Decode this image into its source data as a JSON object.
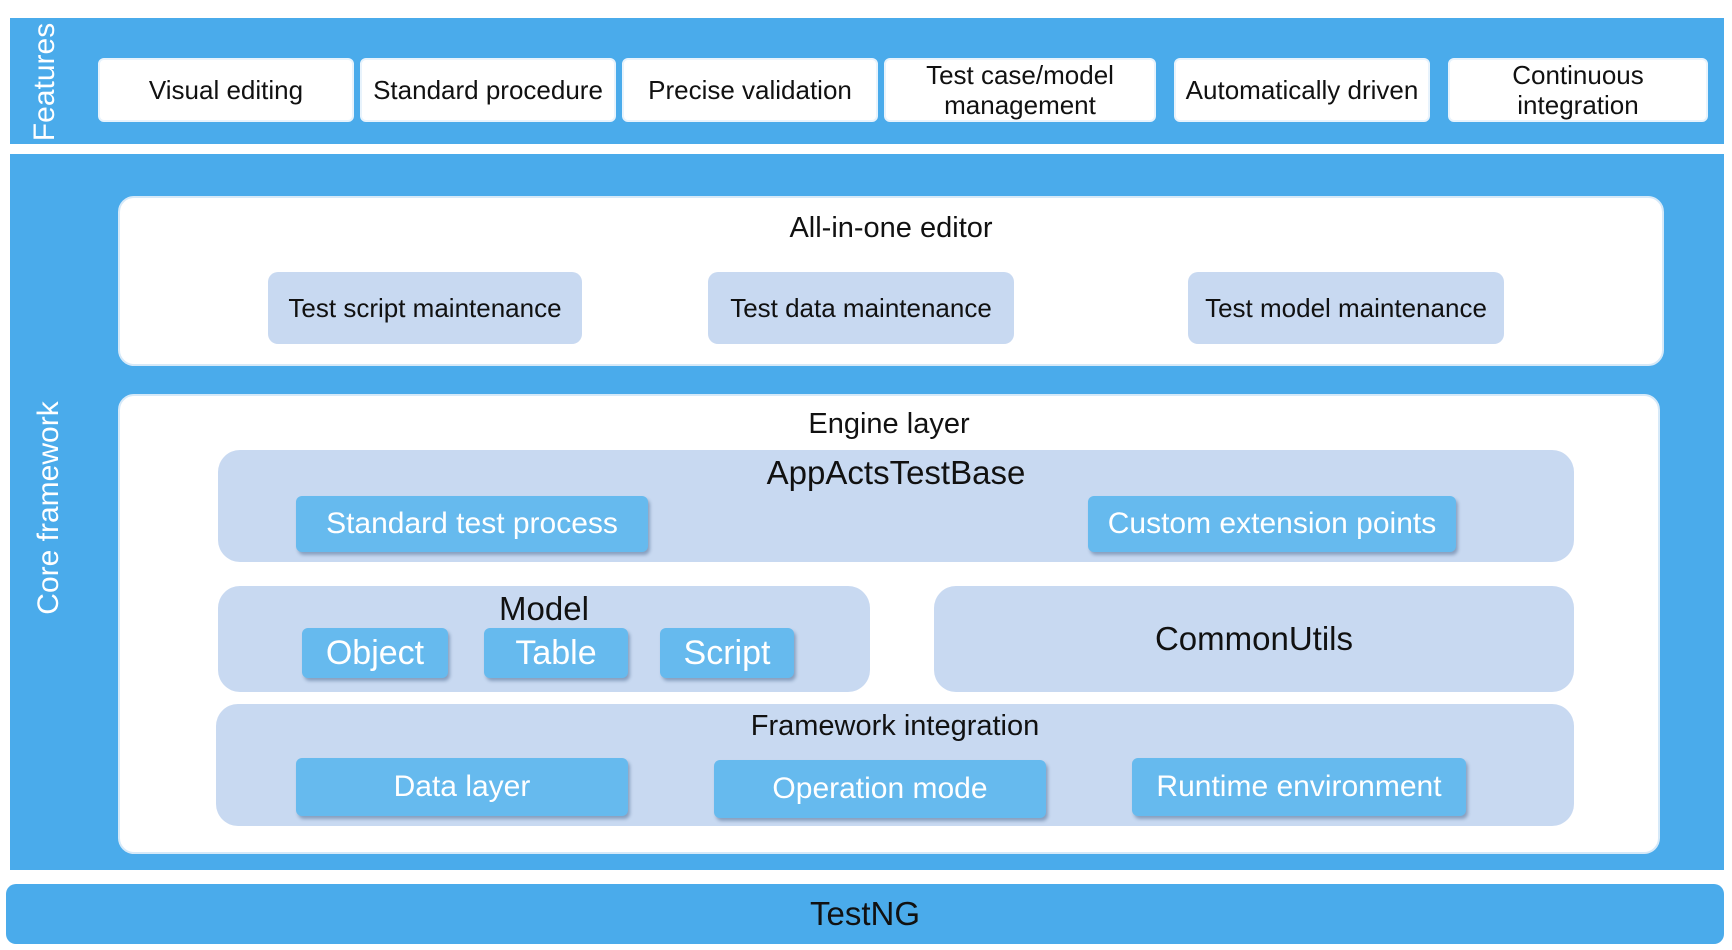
{
  "features": {
    "label": "Features",
    "items": [
      "Visual editing",
      "Standard procedure",
      "Precise validation",
      "Test case/model management",
      "Automatically driven",
      "Continuous integration"
    ]
  },
  "core": {
    "label": "Core framework",
    "editor": {
      "title": "All-in-one editor",
      "items": [
        "Test script maintenance",
        "Test data maintenance",
        "Test model maintenance"
      ]
    },
    "engine": {
      "title": "Engine layer",
      "base": {
        "title": "AppActsTestBase",
        "items": [
          "Standard test process",
          "Custom extension points"
        ]
      },
      "model": {
        "title": "Model",
        "items": [
          "Object",
          "Table",
          "Script"
        ]
      },
      "utils": {
        "title": "CommonUtils"
      },
      "integration": {
        "title": "Framework integration",
        "items": [
          "Data layer",
          "Operation mode",
          "Runtime environment"
        ]
      }
    }
  },
  "foundation": {
    "label": "TestNG"
  },
  "colors": {
    "band": "#4aabeb",
    "chip": "#66baee",
    "light_box": "#c8d9f1",
    "panel": "#ffffff"
  }
}
